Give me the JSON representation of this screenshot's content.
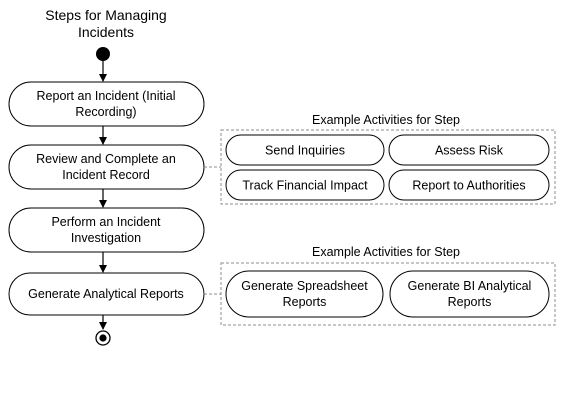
{
  "diagram": {
    "title_lines": [
      "Steps for Managing",
      "Incidents"
    ],
    "steps": [
      {
        "lines": [
          "Report an Incident (Initial",
          "Recording)"
        ]
      },
      {
        "lines": [
          "Review and Complete an",
          "Incident Record"
        ]
      },
      {
        "lines": [
          "Perform an Incident",
          "Investigation"
        ]
      },
      {
        "lines": [
          "Generate Analytical Reports"
        ]
      }
    ],
    "activity_groups": [
      {
        "header": "Example Activities for Step",
        "activities": [
          {
            "lines": [
              "Send Inquiries"
            ]
          },
          {
            "lines": [
              "Assess Risk"
            ]
          },
          {
            "lines": [
              "Track Financial Impact"
            ]
          },
          {
            "lines": [
              "Report to Authorities"
            ]
          }
        ]
      },
      {
        "header": "Example Activities for Step",
        "activities": [
          {
            "lines": [
              "Generate Spreadsheet",
              "Reports"
            ]
          },
          {
            "lines": [
              "Generate BI Analytical",
              "Reports"
            ]
          }
        ]
      }
    ],
    "colors": {
      "stroke": "#000000",
      "dashed": "#8c8c8c",
      "fill": "#ffffff"
    }
  }
}
